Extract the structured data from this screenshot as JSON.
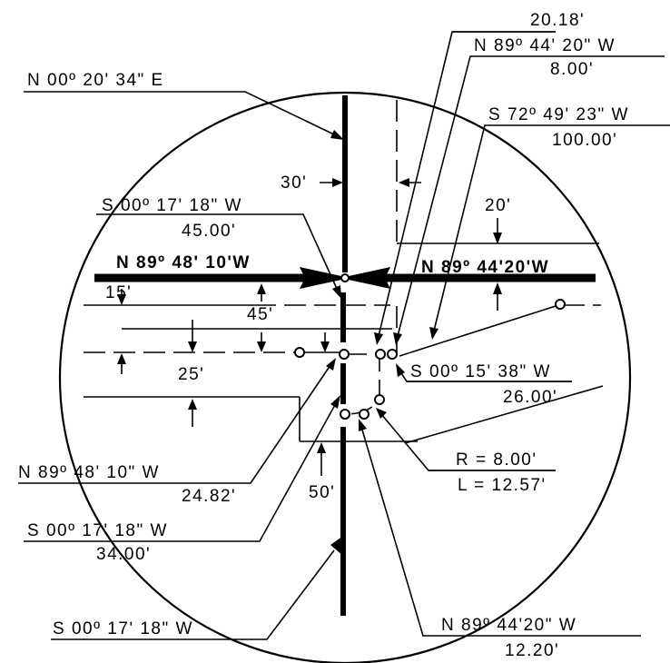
{
  "labels": {
    "n_00_20_34_e": "N 00º 20' 34\" E",
    "d_20_18": "20.18'",
    "n_89_44_20_w_top": "N 89º 44' 20\" W",
    "d_8_00": "8.00'",
    "s_72_49_23_w": "S 72º 49' 23\" W",
    "d_100_00": "100.00'",
    "w_30": "30'",
    "w_20": "20'",
    "s_00_17_18_w_top": "S 00º 17' 18\" W",
    "d_45_00": "45.00'",
    "n_89_48_10_w_road": "N 89º 48' 10'W",
    "n_89_44_20_w_road": "N 89º 44'20'W",
    "w_15": "15'",
    "w_45": "45'",
    "w_25": "25'",
    "s_00_15_38_w": "S 00º 15' 38\" W",
    "d_26_00": "26.00'",
    "n_89_48_10_w_low": "N 89º 48' 10\" W",
    "d_24_82": "24.82'",
    "r_8_00": "R = 8.00'",
    "l_12_57": "L = 12.57'",
    "s_00_17_18_w_mid": "S 00º 17' 18\" W",
    "d_34_00": "34.00'",
    "w_50": "50'",
    "s_00_17_18_w_bottom": "S 00º 17' 18\" W",
    "n_89_44_20_w_bottom": "N 89º 44'20\" W",
    "d_12_20": "12.20'"
  }
}
